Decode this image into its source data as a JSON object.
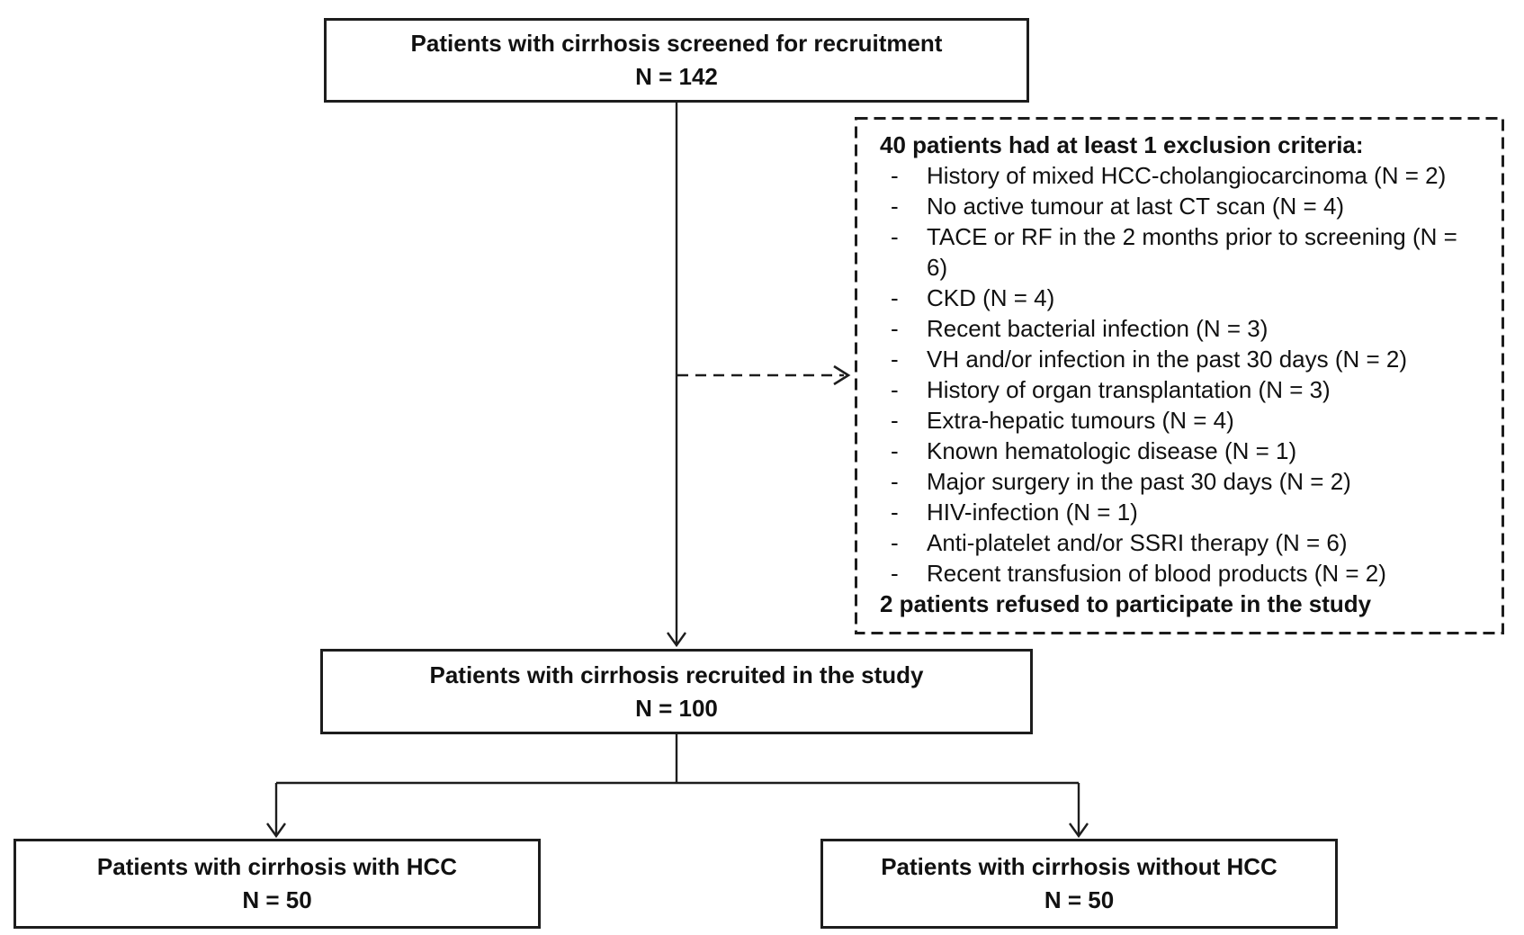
{
  "colors": {
    "ink": "#1d1d1d",
    "background": "#ffffff"
  },
  "diagram": {
    "nodes": {
      "screened": {
        "title": "Patients with cirrhosis screened for recruitment",
        "n": "N = 142"
      },
      "recruited": {
        "title": "Patients with cirrhosis recruited in the study",
        "n": "N = 100"
      },
      "hcc": {
        "title": "Patients with cirrhosis with HCC",
        "n": "N = 50"
      },
      "no_hcc": {
        "title": "Patients with cirrhosis without HCC",
        "n": "N = 50"
      }
    },
    "exclusion": {
      "bullet": "-",
      "header": "40 patients had at least 1 exclusion criteria:",
      "items": [
        "History of mixed HCC-cholangiocarcinoma (N = 2)",
        "No active tumour at last CT scan (N = 4)",
        "TACE or RF in the 2 months prior to screening (N = 6)",
        "CKD (N = 4)",
        "Recent bacterial infection (N = 3)",
        "VH and/or infection in the past 30 days (N = 2)",
        "History of organ transplantation (N = 3)",
        "Extra-hepatic tumours (N = 4)",
        "Known hematologic disease (N = 1)",
        "Major surgery in the past 30 days (N = 2)",
        "HIV-infection (N = 1)",
        "Anti-platelet and/or SSRI therapy (N = 6)",
        "Recent transfusion of blood products (N = 2)"
      ],
      "footer": "2 patients refused to participate in the study"
    }
  }
}
